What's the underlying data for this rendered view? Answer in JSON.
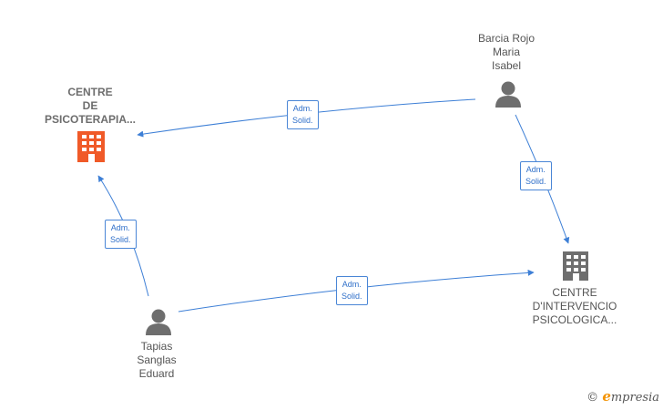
{
  "nodes": {
    "centre_psicoterapia": {
      "lines": [
        "CENTRE",
        "DE",
        "PSICOTERAPIA..."
      ],
      "type": "company",
      "color": "#f05a28"
    },
    "centre_intervencio": {
      "lines": [
        "CENTRE",
        "D'INTERVENCIO",
        "PSICOLOGICA..."
      ],
      "type": "company",
      "color": "#6e6e6e"
    },
    "barcia": {
      "lines": [
        "Barcia Rojo",
        "Maria",
        "Isabel"
      ],
      "type": "person",
      "color": "#6e6e6e"
    },
    "tapias": {
      "lines": [
        "Tapias",
        "Sanglas",
        "Eduard"
      ],
      "type": "person",
      "color": "#6e6e6e"
    }
  },
  "edges": [
    {
      "label": [
        "Adm.",
        "Solid."
      ]
    },
    {
      "label": [
        "Adm.",
        "Solid."
      ]
    },
    {
      "label": [
        "Adm.",
        "Solid."
      ]
    },
    {
      "label": [
        "Adm.",
        "Solid."
      ]
    }
  ],
  "colors": {
    "edge": "#3d7fd6"
  },
  "footer": {
    "copyright": "©",
    "brand_initial": "e",
    "brand_rest": "mpresia"
  }
}
